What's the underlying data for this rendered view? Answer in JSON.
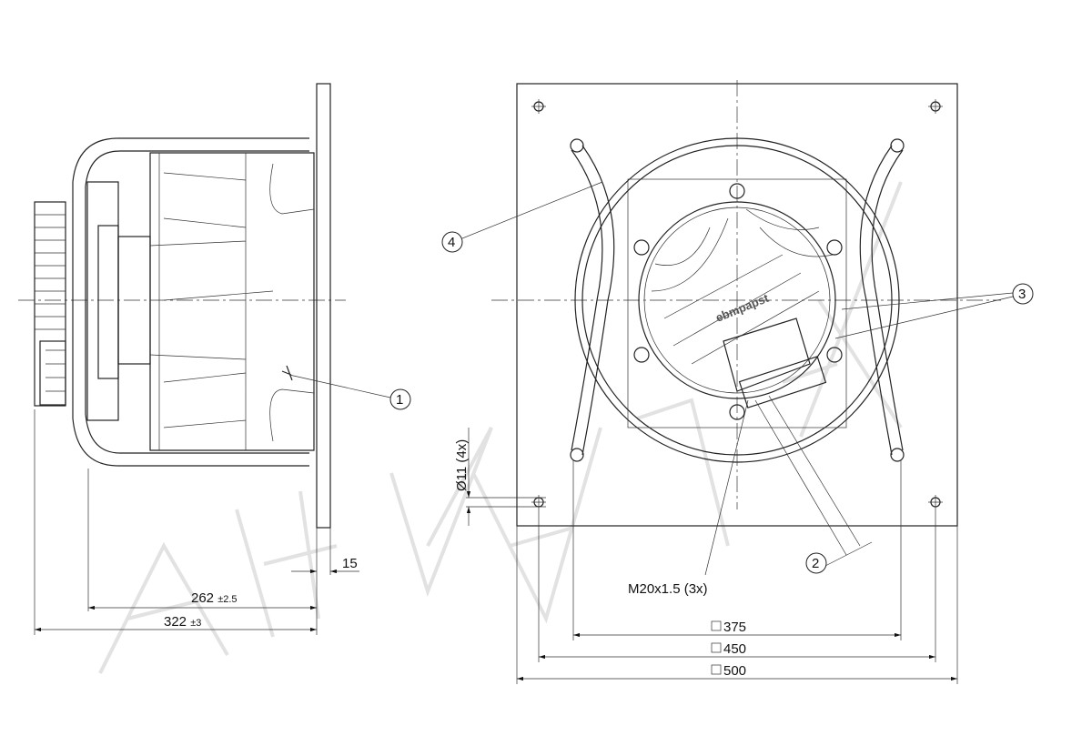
{
  "drawing": {
    "watermark": "AHKACEX",
    "side_view": {
      "dims": {
        "flange": "15",
        "length_inner": "262",
        "length_inner_tol": "±2.5",
        "length_total": "322",
        "length_total_tol": "±3"
      },
      "callout_1": "1"
    },
    "front_view": {
      "dims": {
        "sq_375": "375",
        "sq_450": "450",
        "sq_500": "500",
        "hole": "Ø11 (4x)",
        "gland": "M20x1.5 (3x)"
      },
      "motor_brand": "ebmpapst",
      "callout_2": "2",
      "callout_3": "3",
      "callout_4": "4"
    }
  }
}
